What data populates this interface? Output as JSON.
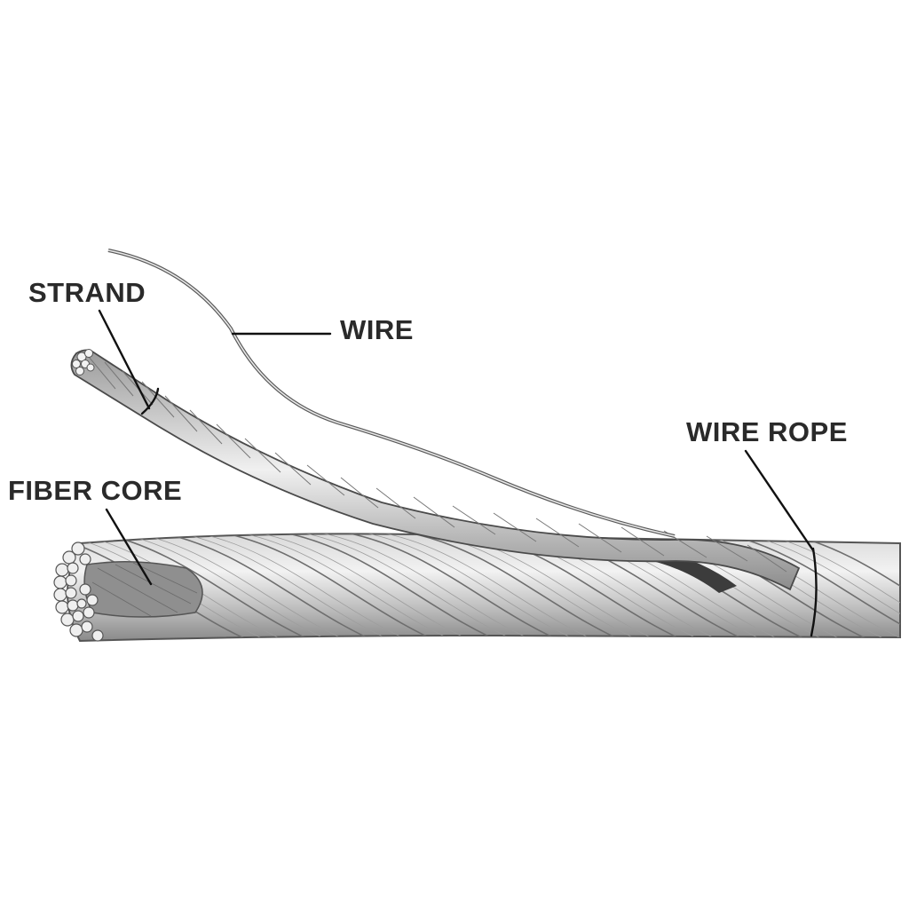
{
  "labels": {
    "strand": "STRAND",
    "wire": "WIRE",
    "wire_rope": "WIRE ROPE",
    "fiber_core": "FIBER CORE"
  },
  "colors": {
    "background": "#ffffff",
    "text": "#2a2a2a",
    "steel_light": "#e4e4e4",
    "steel_mid": "#a9a9a9",
    "steel_dark": "#4a4a4a"
  }
}
